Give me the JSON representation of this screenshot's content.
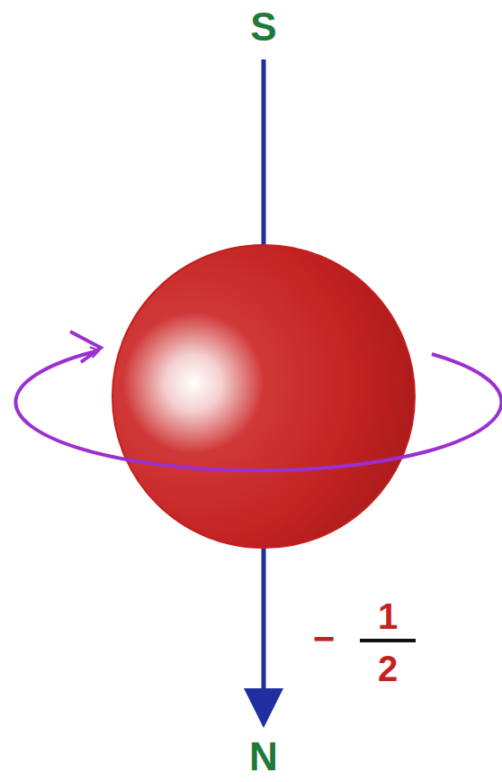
{
  "diagram": {
    "labels": [
      "S",
      "N",
      "−",
      "1",
      "2"
    ]
  }
}
